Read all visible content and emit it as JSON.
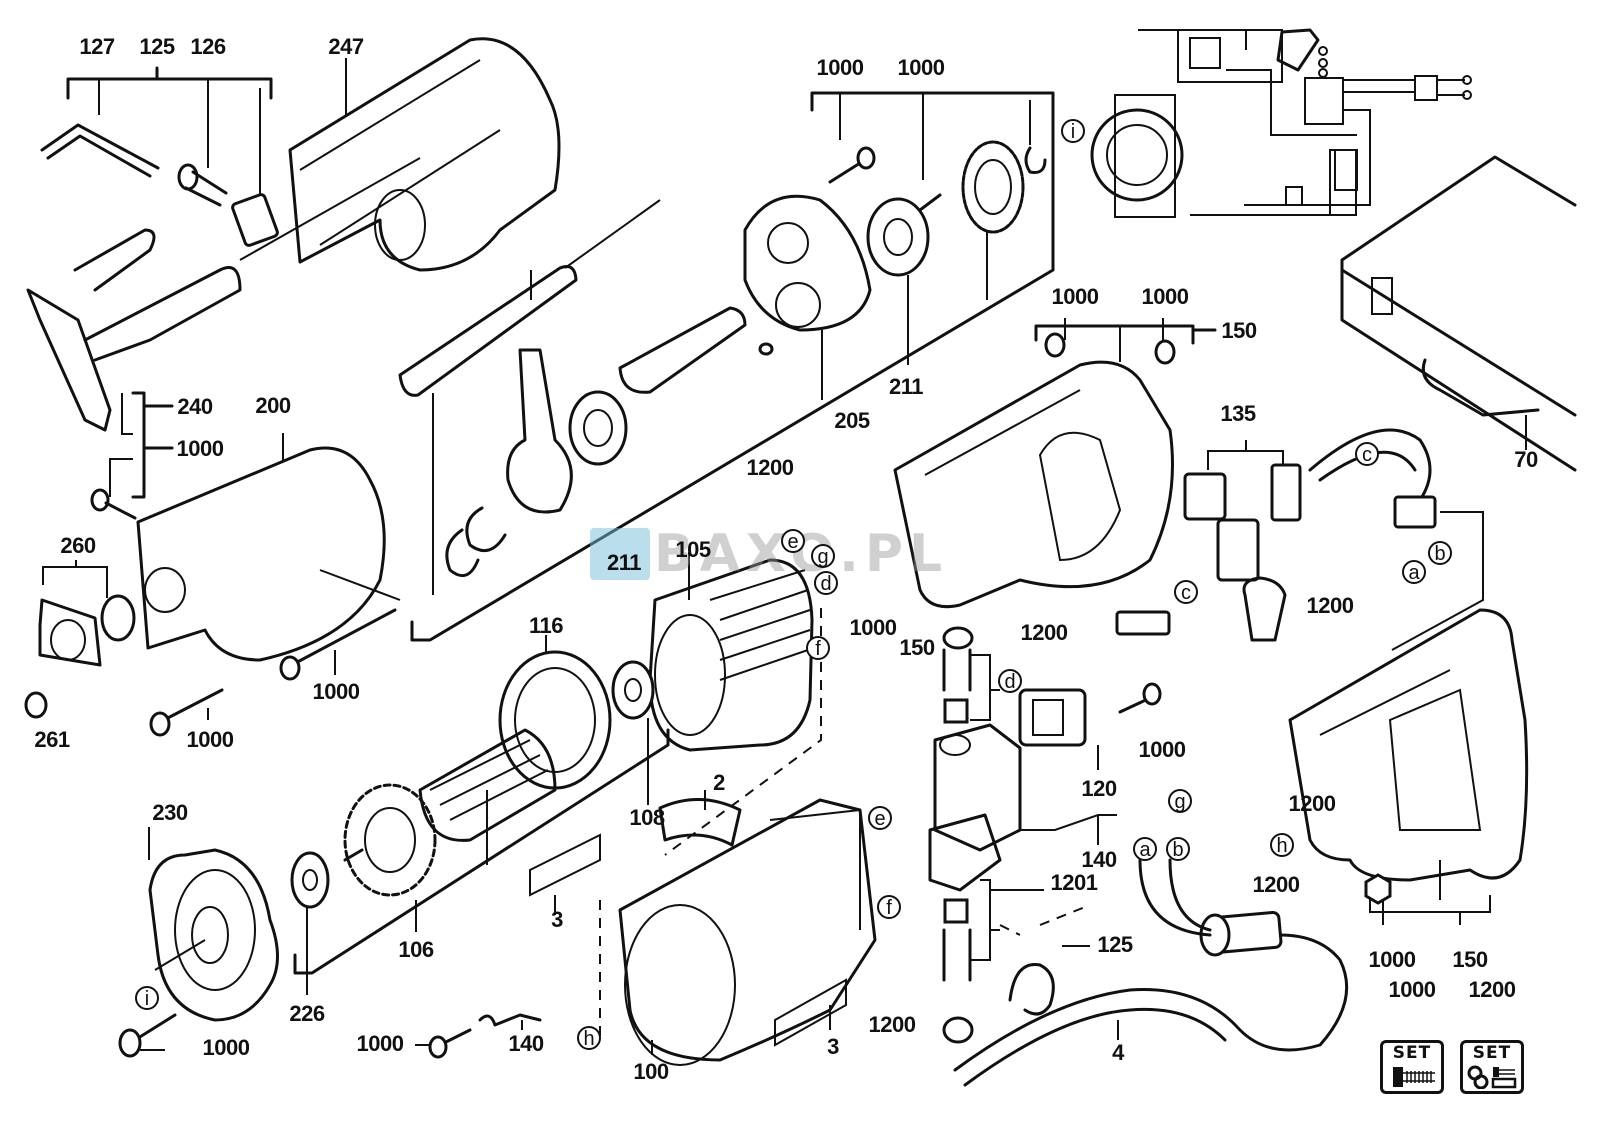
{
  "diagram": {
    "title": "Reciprocating saw exploded parts view",
    "watermark": "BAXO.PL",
    "part_labels": {
      "l127": "127",
      "l125a": "125",
      "l126": "126",
      "l247": "247",
      "l1000_top1": "1000",
      "l1000_top2": "1000",
      "l240": "240",
      "l1000_240": "1000",
      "l200": "200",
      "l260": "260",
      "l261": "261",
      "l1000_left1": "1000",
      "l1000_left2": "1000",
      "l1200_mid": "1200",
      "l205": "205",
      "l211a": "211",
      "l211b": "211",
      "l105": "105",
      "l116": "116",
      "l108": "108",
      "l1000_handle1": "1000",
      "l1000_handle2": "1000",
      "l150_handle": "150",
      "l135": "135",
      "l70": "70",
      "l1000_screw": "1000",
      "l150_screw": "150",
      "l1200_plate": "1200",
      "l1200_right": "1200",
      "l120": "120",
      "l1000_120": "1000",
      "l1200_pin": "1200",
      "l140_mid": "140",
      "l1201": "1201",
      "l125b": "125",
      "l1200_cord": "1200",
      "l4": "4",
      "l1200_cap": "1200",
      "l2": "2",
      "l3a": "3",
      "l3b": "3",
      "l100": "100",
      "l106": "106",
      "l226": "226",
      "l230": "230",
      "l1000_bottom": "1000",
      "l1000_140": "1000",
      "l140_bottom": "140",
      "l1000_nut": "1000",
      "l150_housing": "150"
    },
    "callouts": {
      "i_top": "i",
      "c_top": "c",
      "a_top": "a",
      "b_top": "b",
      "e_stator": "e",
      "g_stator": "g",
      "d_stator": "d",
      "f_stator": "f",
      "c_mid": "c",
      "d_mid": "d",
      "e_brush": "e",
      "f_brush": "f",
      "g_wire": "g",
      "h_wire": "h",
      "a_cord": "a",
      "b_cord": "b",
      "h_bottom": "h",
      "i_bottom": "i"
    },
    "sets": [
      {
        "number": "1000",
        "label": "SET",
        "icon": "screw-set-icon"
      },
      {
        "number": "1200",
        "label": "SET",
        "icon": "small-parts-set-icon"
      }
    ]
  }
}
